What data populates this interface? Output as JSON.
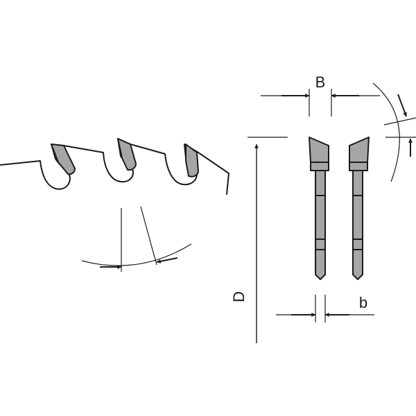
{
  "labels": {
    "kerf_width": "B",
    "plate_thickness": "b",
    "diameter": "D"
  },
  "colors": {
    "line": "#1a1a1a",
    "tooth_fill": "#a6a6a6"
  }
}
